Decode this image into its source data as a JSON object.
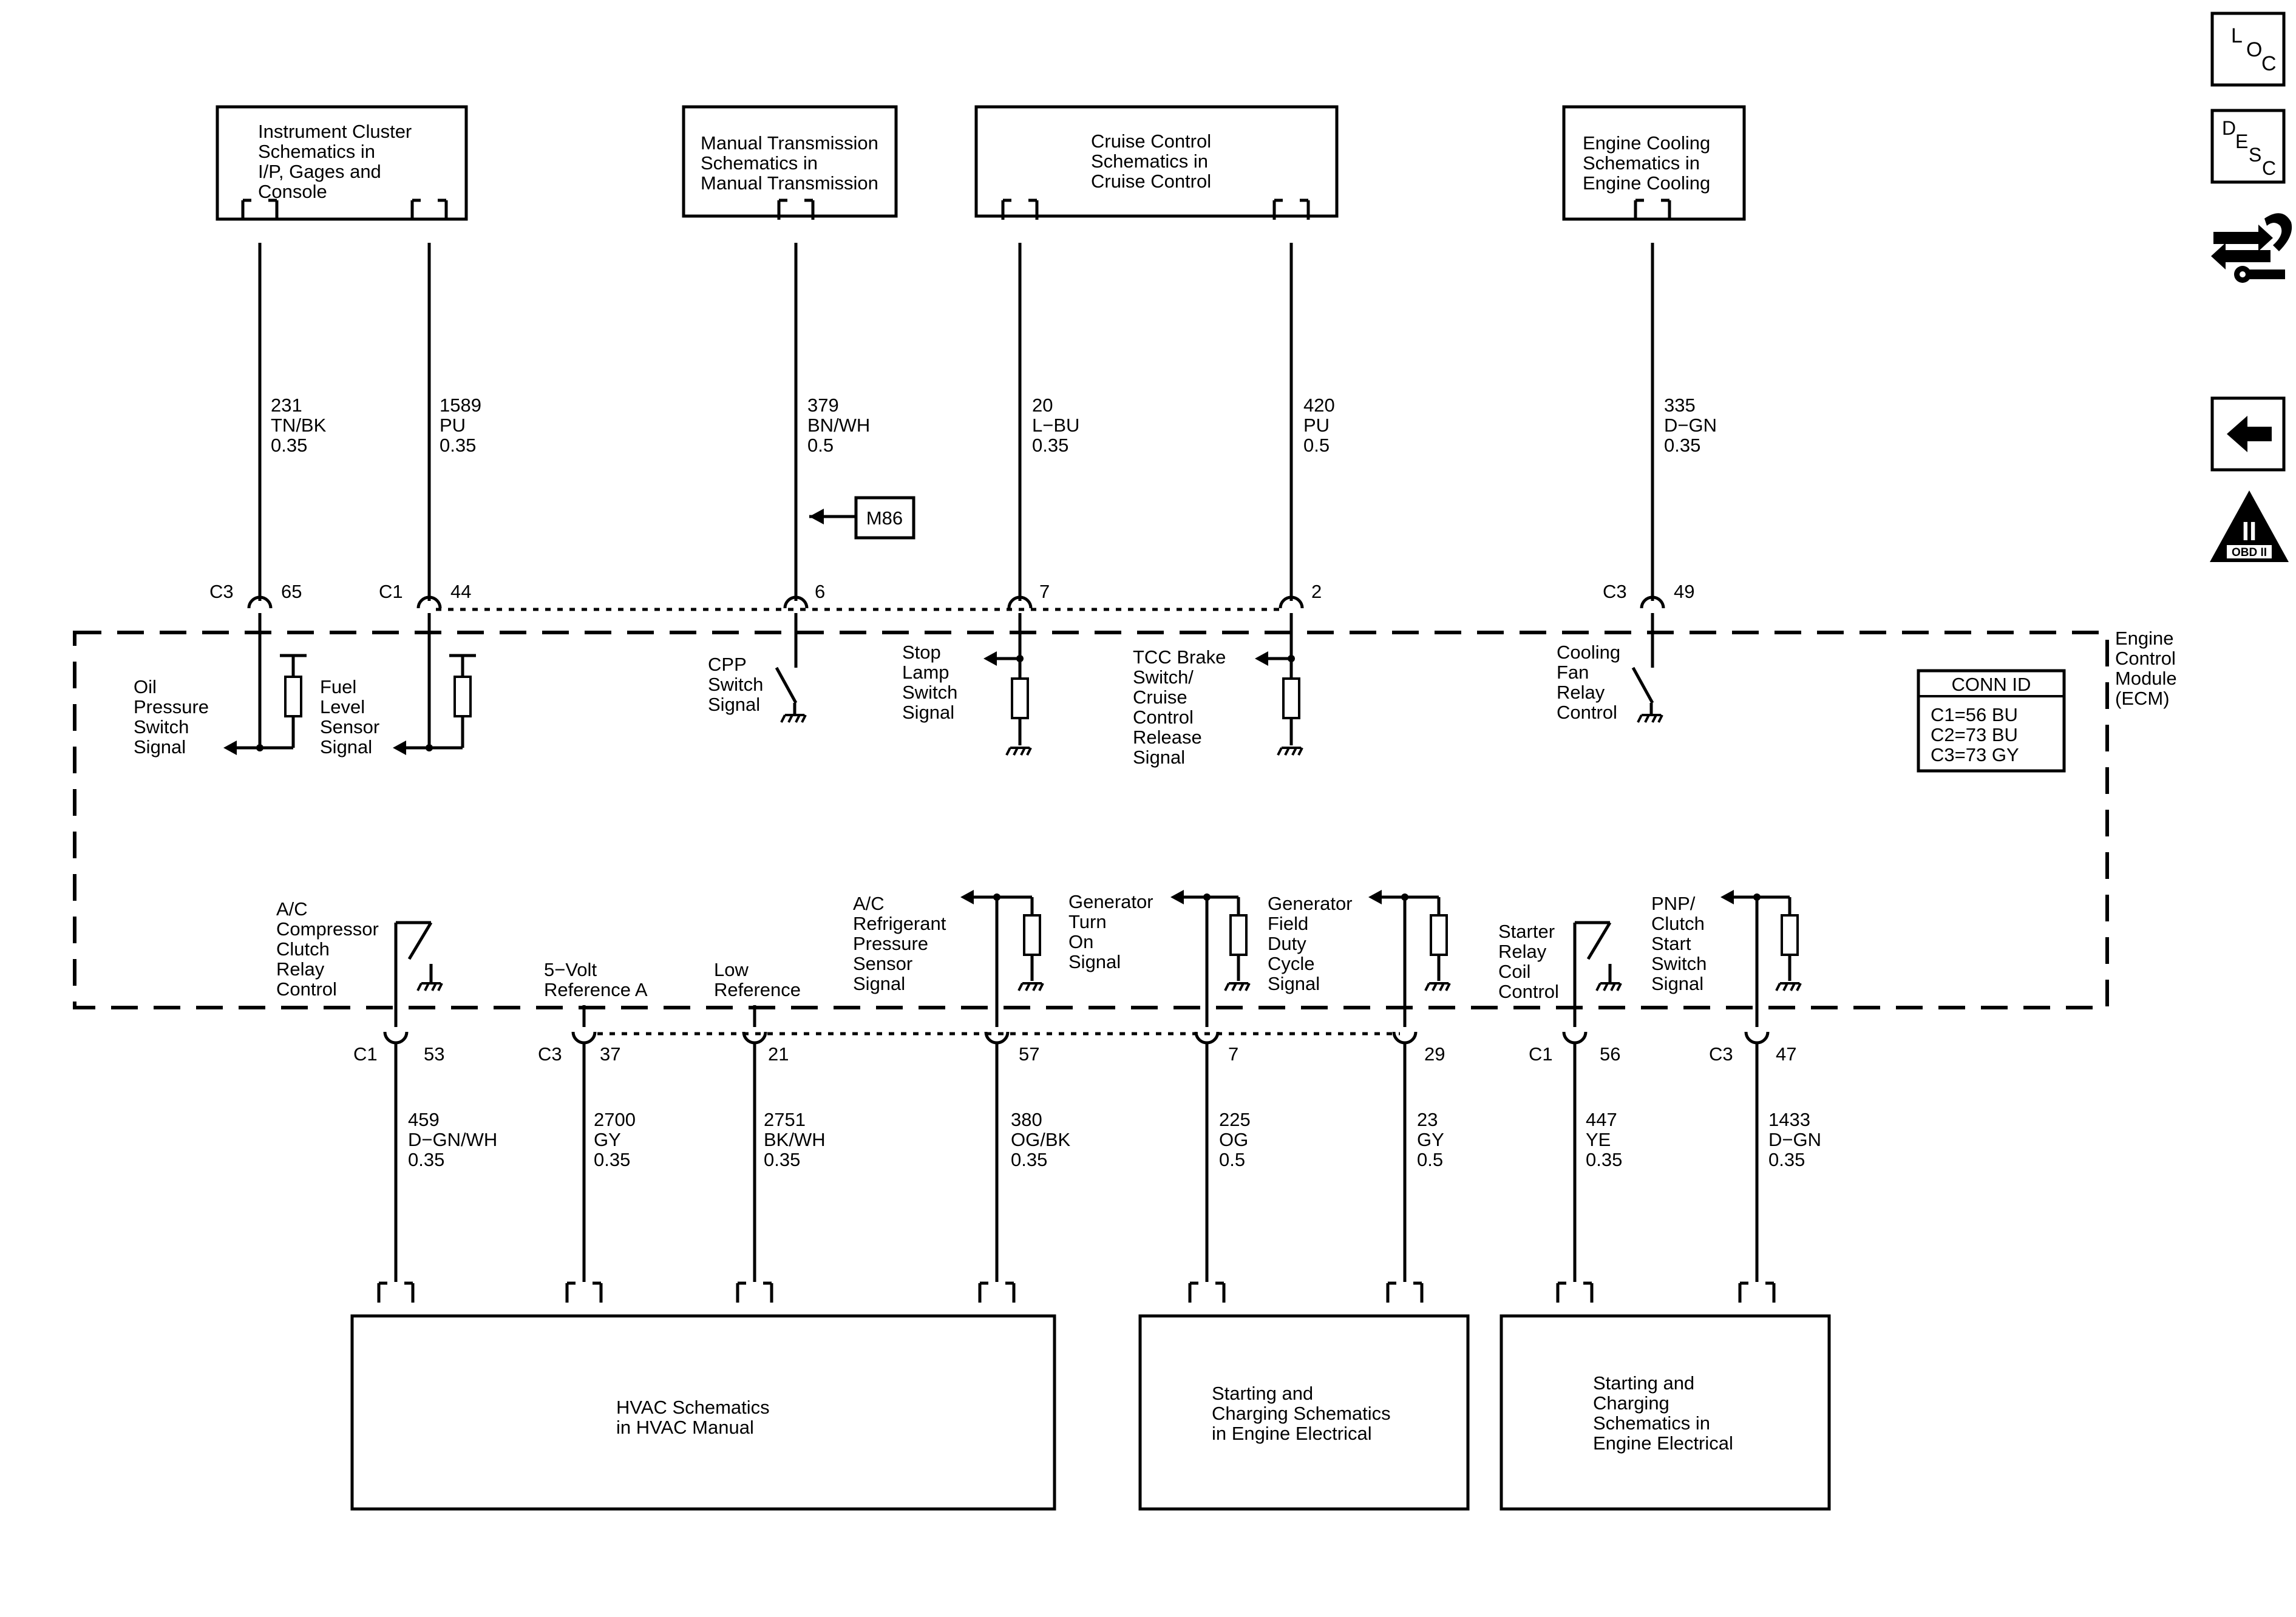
{
  "module": {
    "name_lines": [
      "Engine",
      "Control",
      "Module",
      "(ECM)"
    ]
  },
  "conn_id": {
    "title": "CONN ID",
    "rows": [
      "C1=56 BU",
      "C2=73 BU",
      "C3=73 GY"
    ]
  },
  "offpage": {
    "m86": "M86"
  },
  "top_boxes": [
    {
      "lines": [
        "Instrument Cluster",
        "Schematics in",
        "I/P, Gages and",
        "Console"
      ]
    },
    {
      "lines": [
        "Manual Transmission",
        "Schematics in",
        "Manual Transmission"
      ]
    },
    {
      "lines": [
        "Cruise Control",
        "Schematics in",
        "Cruise Control"
      ]
    },
    {
      "lines": [
        "Engine Cooling",
        "Schematics in",
        "Engine Cooling"
      ]
    }
  ],
  "bottom_boxes": [
    {
      "lines": [
        "HVAC Schematics",
        "in HVAC Manual"
      ]
    },
    {
      "lines": [
        "Starting and",
        "Charging Schematics",
        "in Engine Electrical"
      ]
    },
    {
      "lines": [
        "Starting and",
        "Charging",
        "Schematics in",
        "Engine Electrical"
      ]
    }
  ],
  "top_wires": [
    {
      "circuit": "231",
      "color": "TN/BK",
      "gauge": "0.35",
      "connector": "C3",
      "pin": "65",
      "signal": [
        "Oil",
        "Pressure",
        "Switch",
        "Signal"
      ]
    },
    {
      "circuit": "1589",
      "color": "PU",
      "gauge": "0.35",
      "connector": "C1",
      "pin": "44",
      "signal": [
        "Fuel",
        "Level",
        "Sensor",
        "Signal"
      ]
    },
    {
      "circuit": "379",
      "color": "BN/WH",
      "gauge": "0.5",
      "connector": "",
      "pin": "6",
      "signal": [
        "CPP",
        "Switch",
        "Signal"
      ]
    },
    {
      "circuit": "20",
      "color": "L−BU",
      "gauge": "0.35",
      "connector": "",
      "pin": "7",
      "signal": [
        "Stop",
        "Lamp",
        "Switch",
        "Signal"
      ]
    },
    {
      "circuit": "420",
      "color": "PU",
      "gauge": "0.5",
      "connector": "",
      "pin": "2",
      "signal": [
        "TCC Brake",
        "Switch/",
        "Cruise",
        "Control",
        "Release",
        "Signal"
      ]
    },
    {
      "circuit": "335",
      "color": "D−GN",
      "gauge": "0.35",
      "connector": "C3",
      "pin": "49",
      "signal": [
        "Cooling",
        "Fan",
        "Relay",
        "Control"
      ]
    }
  ],
  "bottom_wires": [
    {
      "circuit": "459",
      "color": "D−GN/WH",
      "gauge": "0.35",
      "connector": "C1",
      "pin": "53",
      "signal": [
        "A/C",
        "Compressor",
        "Clutch",
        "Relay",
        "Control"
      ]
    },
    {
      "circuit": "2700",
      "color": "GY",
      "gauge": "0.35",
      "connector": "C3",
      "pin": "37",
      "signal": [
        "5−Volt",
        "Reference A"
      ]
    },
    {
      "circuit": "2751",
      "color": "BK/WH",
      "gauge": "0.35",
      "connector": "",
      "pin": "21",
      "signal": [
        "Low",
        "Reference"
      ]
    },
    {
      "circuit": "380",
      "color": "OG/BK",
      "gauge": "0.35",
      "connector": "",
      "pin": "57",
      "signal": [
        "A/C",
        "Refrigerant",
        "Pressure",
        "Sensor",
        "Signal"
      ]
    },
    {
      "circuit": "225",
      "color": "OG",
      "gauge": "0.5",
      "connector": "",
      "pin": "7",
      "signal": [
        "Generator",
        "Turn",
        "On",
        "Signal"
      ]
    },
    {
      "circuit": "23",
      "color": "GY",
      "gauge": "0.5",
      "connector": "",
      "pin": "29",
      "signal": [
        "Generator",
        "Field",
        "Duty",
        "Cycle",
        "Signal"
      ]
    },
    {
      "circuit": "447",
      "color": "YE",
      "gauge": "0.35",
      "connector": "C1",
      "pin": "56",
      "signal": [
        "Starter",
        "Relay",
        "Coil",
        "Control"
      ]
    },
    {
      "circuit": "1433",
      "color": "D−GN",
      "gauge": "0.35",
      "connector": "C3",
      "pin": "47",
      "signal": [
        "PNP/",
        "Clutch",
        "Start",
        "Switch",
        "Signal"
      ]
    }
  ],
  "side_buttons": {
    "loc": [
      "L",
      "O",
      "C"
    ],
    "desc": [
      "D",
      "E",
      "S",
      "C"
    ],
    "obd_numeral": "II",
    "obd_label": "OBD II"
  },
  "icons": {
    "loc": "loc-icon",
    "desc": "desc-icon",
    "repair": "wrench-arrows-icon",
    "back": "back-arrow-icon",
    "obd": "obd-ii-icon"
  }
}
